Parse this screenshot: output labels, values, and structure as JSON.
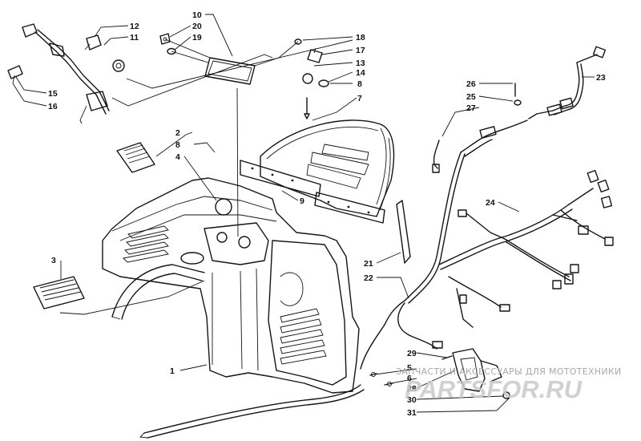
{
  "diagram": {
    "callouts": [
      {
        "id": "c1",
        "label": "1"
      },
      {
        "id": "c2",
        "label": "2"
      },
      {
        "id": "c3",
        "label": "3"
      },
      {
        "id": "c4",
        "label": "4"
      },
      {
        "id": "c5",
        "label": "5"
      },
      {
        "id": "c6",
        "label": "6"
      },
      {
        "id": "c7",
        "label": "7"
      },
      {
        "id": "c8a",
        "label": "8"
      },
      {
        "id": "c8b",
        "label": "8"
      },
      {
        "id": "c9",
        "label": "9"
      },
      {
        "id": "c10",
        "label": "10"
      },
      {
        "id": "c11",
        "label": "11"
      },
      {
        "id": "c12",
        "label": "12"
      },
      {
        "id": "c13",
        "label": "13"
      },
      {
        "id": "c14",
        "label": "14"
      },
      {
        "id": "c15",
        "label": "15"
      },
      {
        "id": "c16",
        "label": "16"
      },
      {
        "id": "c17",
        "label": "17"
      },
      {
        "id": "c18",
        "label": "18"
      },
      {
        "id": "c19",
        "label": "19"
      },
      {
        "id": "c20",
        "label": "20"
      },
      {
        "id": "c21",
        "label": "21"
      },
      {
        "id": "c22",
        "label": "22"
      },
      {
        "id": "c23",
        "label": "23"
      },
      {
        "id": "c24",
        "label": "24"
      },
      {
        "id": "c25",
        "label": "25"
      },
      {
        "id": "c26",
        "label": "26"
      },
      {
        "id": "c27",
        "label": "27"
      },
      {
        "id": "c28",
        "label": "28"
      },
      {
        "id": "c29",
        "label": "29"
      },
      {
        "id": "c30",
        "label": "30"
      },
      {
        "id": "c31",
        "label": "31"
      }
    ]
  },
  "watermark": {
    "caption": "ЗАПЧАСТИ И АКСЕССУАРЫ ДЛЯ МОТОТЕХНИКИ",
    "logo": "PARTSFOR.RU"
  }
}
